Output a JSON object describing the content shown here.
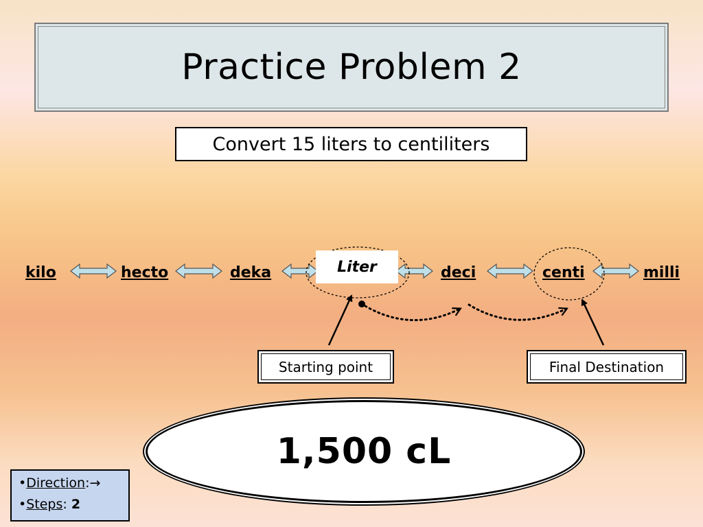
{
  "title": "Practice Problem 2",
  "prompt": "Convert 15 liters to centiliters",
  "units": [
    "kilo",
    "hecto",
    "deka",
    "Liter",
    "deci",
    "centi",
    "milli"
  ],
  "labels": {
    "start": "Starting point",
    "end": "Final Destination"
  },
  "answer": "1,500 cL",
  "info": {
    "bullet": "•",
    "direction_label": "Direction",
    "colon": ":",
    "direction_arrow": "→",
    "steps_label": "Steps",
    "steps_value": "2"
  }
}
